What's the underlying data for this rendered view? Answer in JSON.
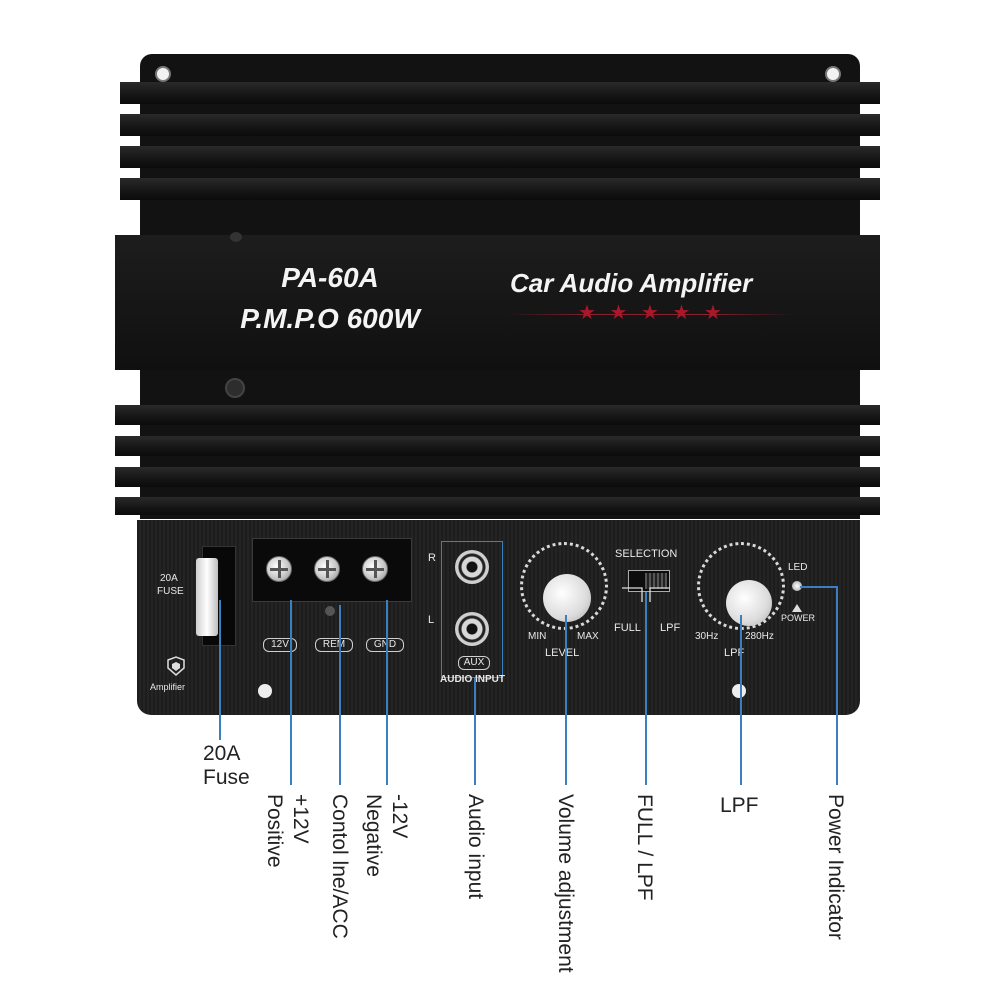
{
  "product": {
    "model": "PA-60A",
    "power": "P.M.P.O 600W",
    "brand_line": "Car Audio Amplifier",
    "stars": "★ ★ ★ ★ ★",
    "star_color": "#a8182a"
  },
  "panel": {
    "fuse_label_line1": "20A",
    "fuse_label_line2": "FUSE",
    "logo_text": "Amplifier",
    "terminal_tags": [
      "12V",
      "REM",
      "GND"
    ],
    "rca_channel_r": "R",
    "rca_channel_l": "L",
    "aux_tag": "AUX",
    "audio_input_label": "AUDIO INPUT",
    "level_min": "MIN",
    "level_max": "MAX",
    "level_label": "LEVEL",
    "selection_label": "SELECTION",
    "selection_full": "FULL",
    "selection_lpf": "LPF",
    "lpf_min": "30Hz",
    "lpf_max": "280Hz",
    "lpf_label": "LPF",
    "led_label": "LED",
    "power_label": "POWER"
  },
  "callouts": [
    {
      "id": "fuse",
      "line1": "20A",
      "line2": "Fuse"
    },
    {
      "id": "positive",
      "line1": "+12V",
      "line2": "Positive"
    },
    {
      "id": "control",
      "line1": "Contol lne/ACC"
    },
    {
      "id": "negative",
      "line1": "-12V",
      "line2": "Negative"
    },
    {
      "id": "audio",
      "line1": "Audio input"
    },
    {
      "id": "volume",
      "line1": "Volume adjustment"
    },
    {
      "id": "full_lpf",
      "line1": "FULL / LPF"
    },
    {
      "id": "lpf",
      "line1": "LPF"
    },
    {
      "id": "power",
      "line1": "Power Indicator"
    }
  ],
  "colors": {
    "leader_line": "#3a7fbf",
    "heatsink": "#141414",
    "panel": "#222222"
  },
  "icons": {
    "logo": "amplifier-logo-icon",
    "led_triangle": "triangle-up-icon"
  }
}
